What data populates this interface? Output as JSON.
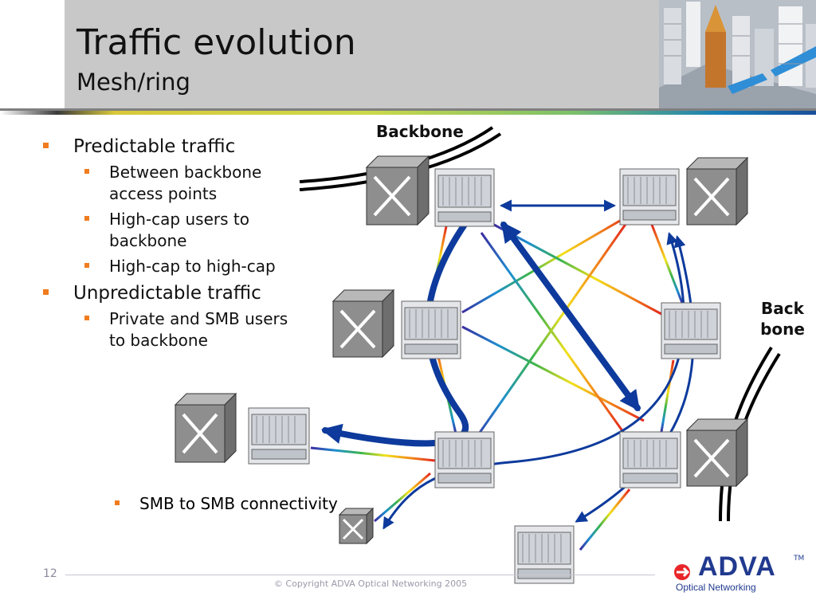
{
  "slide": {
    "title": "Traffic evolution",
    "subtitle": "Mesh/ring",
    "page_number": "12",
    "copyright": "© Copyright ADVA Optical Networking 2005"
  },
  "bullets": {
    "predictable": {
      "label": "Predictable traffic",
      "items": [
        "Between backbone access points",
        "High-cap users to backbone",
        "High-cap to high-cap"
      ]
    },
    "unpredictable": {
      "label": "Unpredictable traffic",
      "items": [
        "Private and SMB users to backbone"
      ]
    },
    "smb": "SMB to SMB connectivity"
  },
  "diagram": {
    "backbone_top": "Backbone",
    "backbone_right_line1": "Back",
    "backbone_right_line2": "bone"
  },
  "logo": {
    "name": "ADVA",
    "tm": "TM",
    "tagline": "Optical Networking"
  },
  "colors": {
    "bullet": "#f07c1f",
    "header": "#c8c8c8",
    "arrow": "#0d3a9c",
    "brand": "#213a8f",
    "logo_mark": "#e8262a"
  }
}
